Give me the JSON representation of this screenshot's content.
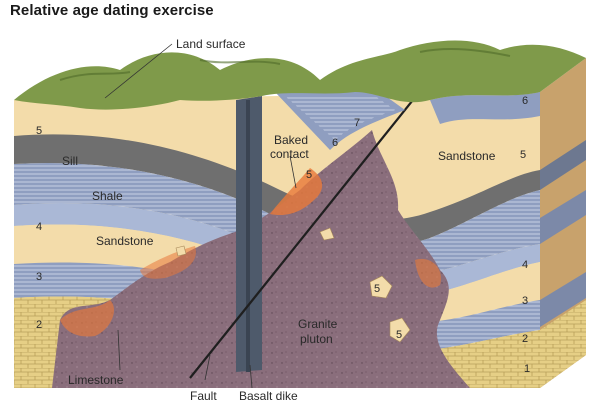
{
  "title": "Relative age dating exercise",
  "labels": {
    "land_surface": "Land surface",
    "sill": "Sill",
    "shale": "Shale",
    "sandstone_left": "Sandstone",
    "sandstone_right": "Sandstone",
    "baked_contact_1": "Baked",
    "baked_contact_2": "contact",
    "granite_1": "Granite",
    "granite_2": "pluton",
    "limestone": "Limestone",
    "fault": "Fault",
    "basalt_dike": "Basalt dike"
  },
  "numbers": {
    "left_5": "5",
    "left_4": "4",
    "left_3": "3",
    "left_2": "2",
    "mid_7": "7",
    "mid_6": "6",
    "mid_5": "5",
    "right_6": "6",
    "right_5": "5",
    "right_4": "4",
    "right_3": "3",
    "right_2": "2",
    "right_1": "1",
    "pluton_5a": "5",
    "pluton_5b": "5"
  },
  "colors": {
    "land": "#7f9a4a",
    "sandstone": "#f3dcaa",
    "shale": "#8f9ec0",
    "sill": "#6f6f6f",
    "granite": "#8a6e7c",
    "limestone": "#e6cf86",
    "baked": "#e8793a",
    "dike": "#4e5a6b"
  }
}
